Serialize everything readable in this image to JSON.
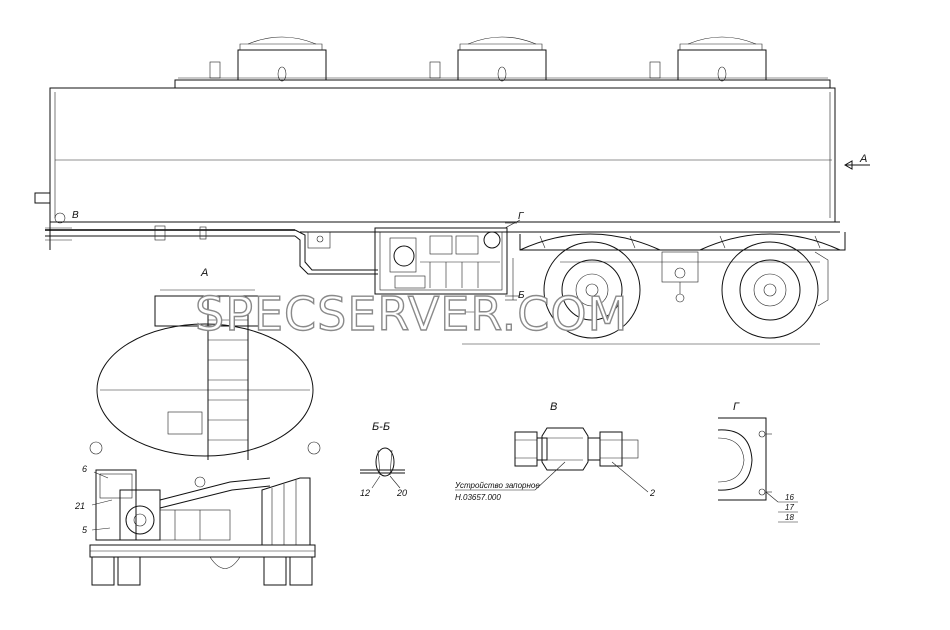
{
  "labels": {
    "view_a_arrow": "A",
    "view_a_title": "A",
    "view_b_marker": "Б",
    "view_v_marker": "В",
    "view_g_marker": "Г",
    "section_bb_title": "Б-Б",
    "view_v_title": "В",
    "view_g_title": "Г"
  },
  "callouts": {
    "c6": "6",
    "c21": "21",
    "c5": "5",
    "c12": "12",
    "c20": "20",
    "c2": "2",
    "c16": "16",
    "c17": "17",
    "c18": "18"
  },
  "device_note": {
    "line1": "Устройство запорное",
    "line2": "Н.03657.000"
  },
  "watermark": "SPECSERVER.COM"
}
